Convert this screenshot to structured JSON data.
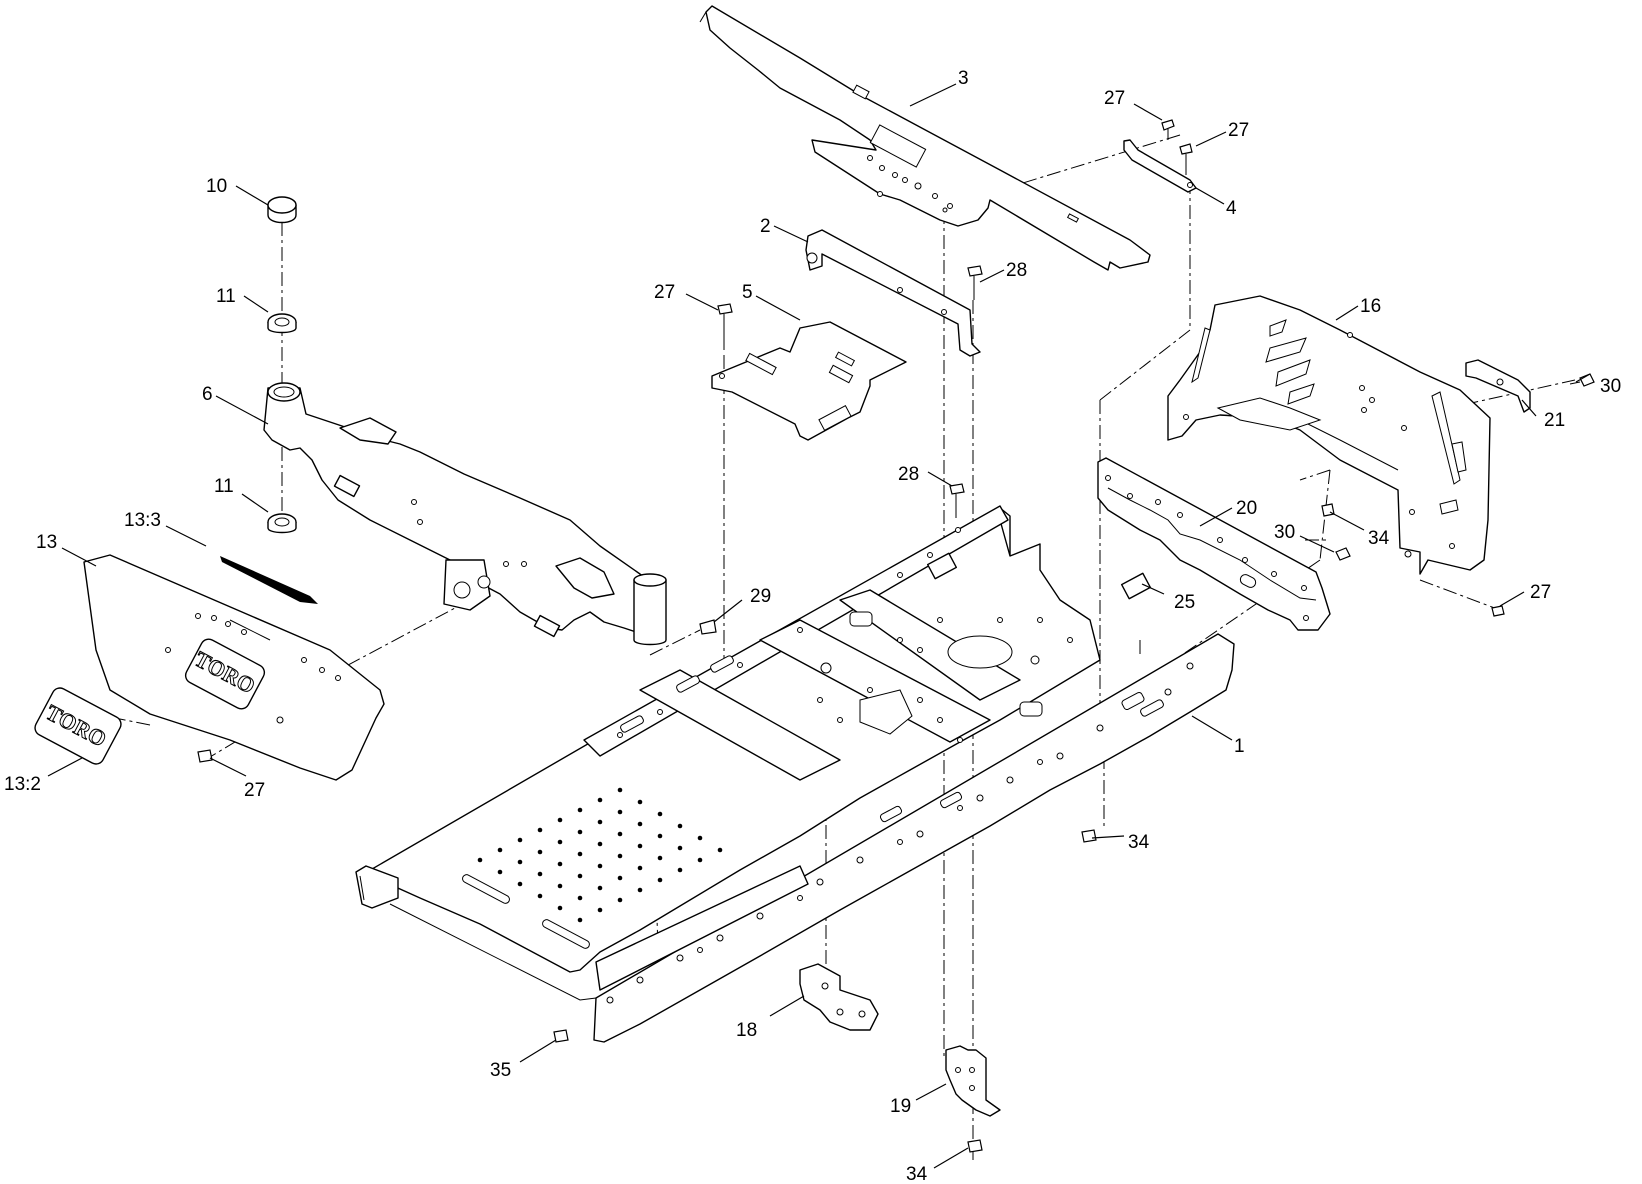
{
  "callouts": [
    {
      "id": "c-3",
      "label": "3"
    },
    {
      "id": "c-27a",
      "label": "27"
    },
    {
      "id": "c-27b",
      "label": "27"
    },
    {
      "id": "c-4",
      "label": "4"
    },
    {
      "id": "c-10",
      "label": "10"
    },
    {
      "id": "c-2",
      "label": "2"
    },
    {
      "id": "c-28a",
      "label": "28"
    },
    {
      "id": "c-11a",
      "label": "11"
    },
    {
      "id": "c-27c",
      "label": "27"
    },
    {
      "id": "c-5",
      "label": "5"
    },
    {
      "id": "c-16",
      "label": "16"
    },
    {
      "id": "c-30a",
      "label": "30"
    },
    {
      "id": "c-6",
      "label": "6"
    },
    {
      "id": "c-21",
      "label": "21"
    },
    {
      "id": "c-11b",
      "label": "11"
    },
    {
      "id": "c-28b",
      "label": "28"
    },
    {
      "id": "c-20",
      "label": "20"
    },
    {
      "id": "c-13-3",
      "label": "13:3"
    },
    {
      "id": "c-30b",
      "label": "30"
    },
    {
      "id": "c-34a",
      "label": "34"
    },
    {
      "id": "c-13",
      "label": "13"
    },
    {
      "id": "c-29",
      "label": "29"
    },
    {
      "id": "c-25",
      "label": "25"
    },
    {
      "id": "c-27d",
      "label": "27"
    },
    {
      "id": "c-1",
      "label": "1"
    },
    {
      "id": "c-13-2",
      "label": "13:2"
    },
    {
      "id": "c-27e",
      "label": "27"
    },
    {
      "id": "c-34b",
      "label": "34"
    },
    {
      "id": "c-18",
      "label": "18"
    },
    {
      "id": "c-35",
      "label": "35"
    },
    {
      "id": "c-19",
      "label": "19"
    },
    {
      "id": "c-34c",
      "label": "34"
    }
  ],
  "logos": {
    "toro_plate": "TORO",
    "toro_decal": "TORO"
  }
}
